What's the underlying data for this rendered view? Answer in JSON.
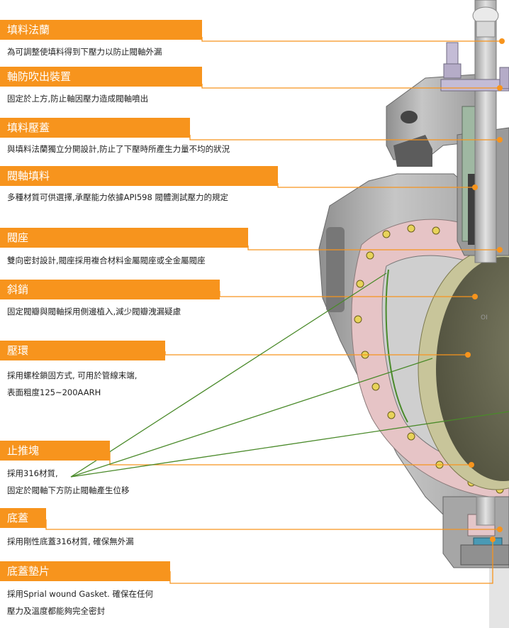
{
  "labels": [
    {
      "title": "填料法蘭",
      "desc": [
        "為可調整使填料得到下壓力以防止閥軸外漏"
      ]
    },
    {
      "title": "軸防吹出裝置",
      "desc": [
        "固定於上方,防止軸因壓力造成閥軸噴出"
      ]
    },
    {
      "title": "填料壓蓋",
      "desc": [
        "與填料法蘭獨立分開設計,防止了下壓時所產生力量不均的狀況"
      ]
    },
    {
      "title": "閥軸填料",
      "desc": [
        "多種材質可供選擇,承壓能力依據API598 閥體測試壓力的規定"
      ]
    },
    {
      "title": "閥座",
      "desc": [
        "雙向密封設計,閥座採用複合材料金屬閥座或全金屬閥座"
      ]
    },
    {
      "title": "斜銷",
      "desc": [
        "固定閥瓣與閥軸採用側邊植入,減少閥瓣洩漏疑慮"
      ]
    },
    {
      "title": "壓環",
      "desc": [
        "採用螺栓鎖固方式, 可用於管線末端,",
        "表面粗度125~200AARH"
      ]
    },
    {
      "title": "止推塊",
      "desc": [
        "採用316材質,",
        "固定於閥軸下方防止閥軸產生位移"
      ]
    },
    {
      "title": "底蓋",
      "desc": [
        "採用剛性底蓋316材質, 確保無外漏"
      ]
    },
    {
      "title": "底蓋墊片",
      "desc": [
        "採用Sprial wound Gasket. 確保在任何",
        "壓力及溫度都能夠完全密封"
      ]
    }
  ],
  "colors": {
    "accent": "#f7941d",
    "leader_green": "#4a8a2a",
    "body_gray": "#b8b8b8",
    "ring_pink": "#e6c4c6",
    "disc_olive": "#6a6a52"
  }
}
